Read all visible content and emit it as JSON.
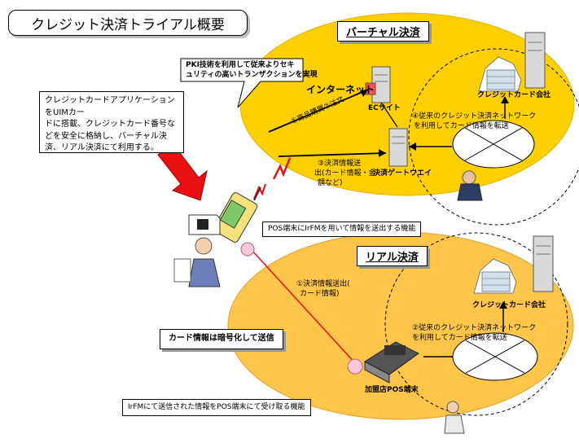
{
  "title": "クレジット決済トライアル概要",
  "virtual": {
    "tag": "バーチャル決済",
    "pki_callout_line1": "PKI技術を利用して従来よりセキ",
    "pki_callout_line2": "ュリティの高いトランザクションを実現",
    "internet_label": "インターネット",
    "ec_site_label": "ECサイト",
    "gateway_label": "決済ゲートウエイ",
    "card_company_label": "クレジットカード会社",
    "step1": "①商品購買②注文",
    "step3_line1": "③決済情報送",
    "step3_line2": "出(カード情報・金",
    "step3_line3": "額など)",
    "step4_line1": "④従来のクレジット決済ネットワーク",
    "step4_line2": "を利用してカード情報を転送"
  },
  "uim_note": {
    "line1": "クレジットカードアプリケーションをUIMカー",
    "line2": "ドに搭載、クレジットカード番号な",
    "line3": "どを安全に格納し、バーチャル決",
    "line4": "済、リアル決済にて利用する。"
  },
  "pos_send_callout": "POS端末にIrFMを用いて情報を送出する機能",
  "real": {
    "tag": "リアル決済",
    "step1_line1": "①決済情報送出(",
    "step1_line2": "カード情報)",
    "encrypt_label": "カード情報は暗号化して送信",
    "card_company_label": "クレジットカード会社",
    "step2_line1": "②従来のクレジット決済ネットワーク",
    "step2_line2": "を利用してカード情報を転送",
    "pos_label": "加盟店POS端末",
    "receive_callout": "IrFMにて送信された情報をPOS端末にて受け取る機能"
  },
  "colors": {
    "virtual_area": "#ffd000",
    "real_area": "#ffc64a",
    "arrow_red": "#e81010",
    "ir_pink": "#f6c8d8"
  }
}
